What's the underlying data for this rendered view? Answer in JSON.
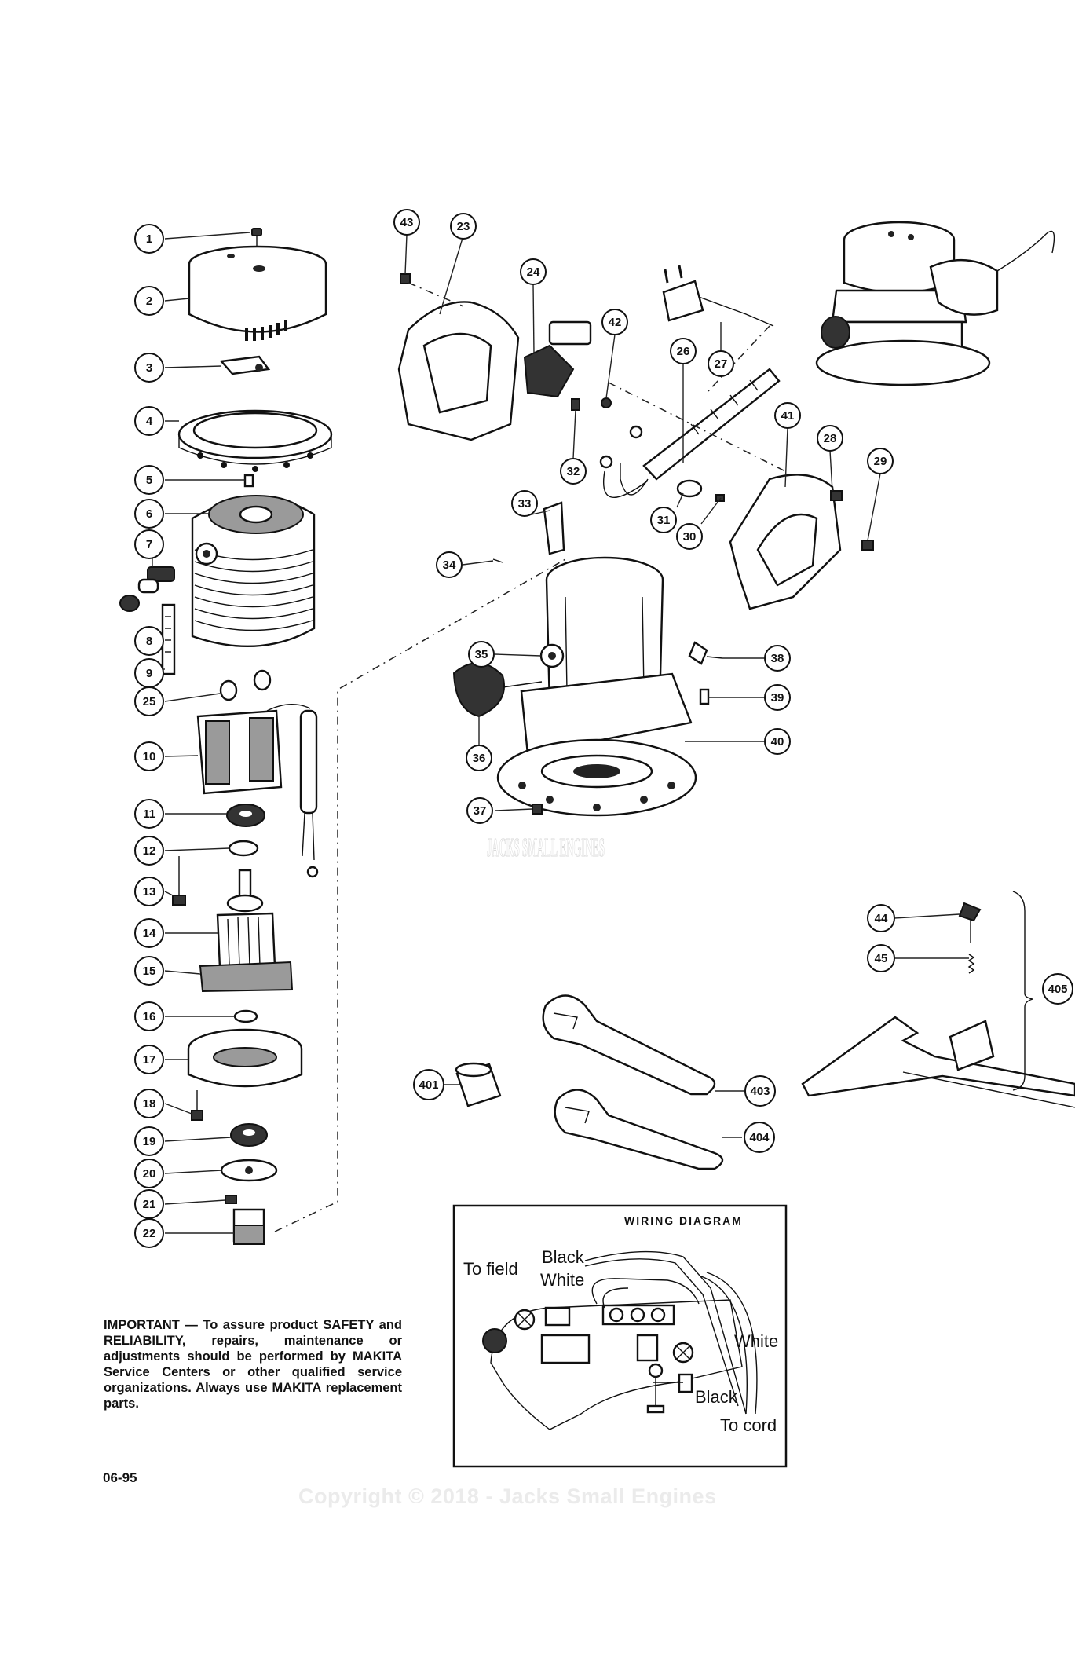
{
  "diagram": {
    "part_numbers": [
      "1",
      "2",
      "3",
      "4",
      "5",
      "6",
      "7",
      "8",
      "9",
      "10",
      "11",
      "12",
      "13",
      "14",
      "15",
      "16",
      "17",
      "18",
      "19",
      "20",
      "21",
      "22",
      "23",
      "24",
      "25",
      "26",
      "27",
      "28",
      "29",
      "30",
      "31",
      "32",
      "33",
      "34",
      "35",
      "36",
      "37",
      "38",
      "39",
      "40",
      "41",
      "42",
      "43",
      "44",
      "45",
      "401",
      "403",
      "404",
      "405"
    ],
    "important_note": "IMPORTANT — To assure product SAFETY and RELIABILITY, repairs, maintenance or adjustments should be performed by MAKITA Service Centers or other qualified service organizations. Always use MAKITA replacement parts.",
    "doc_code": "06-95",
    "copyright": "Copyright © 2018 - Jacks Small Engines",
    "watermark": "JACKS SMALL ENGINES",
    "wiring_diagram": {
      "title": "WIRING DIAGRAM",
      "labels": {
        "to_field": "To field",
        "black_top": "Black",
        "white_top": "White",
        "white_right": "White",
        "black_bottom": "Black",
        "to_cord": "To cord"
      }
    }
  }
}
